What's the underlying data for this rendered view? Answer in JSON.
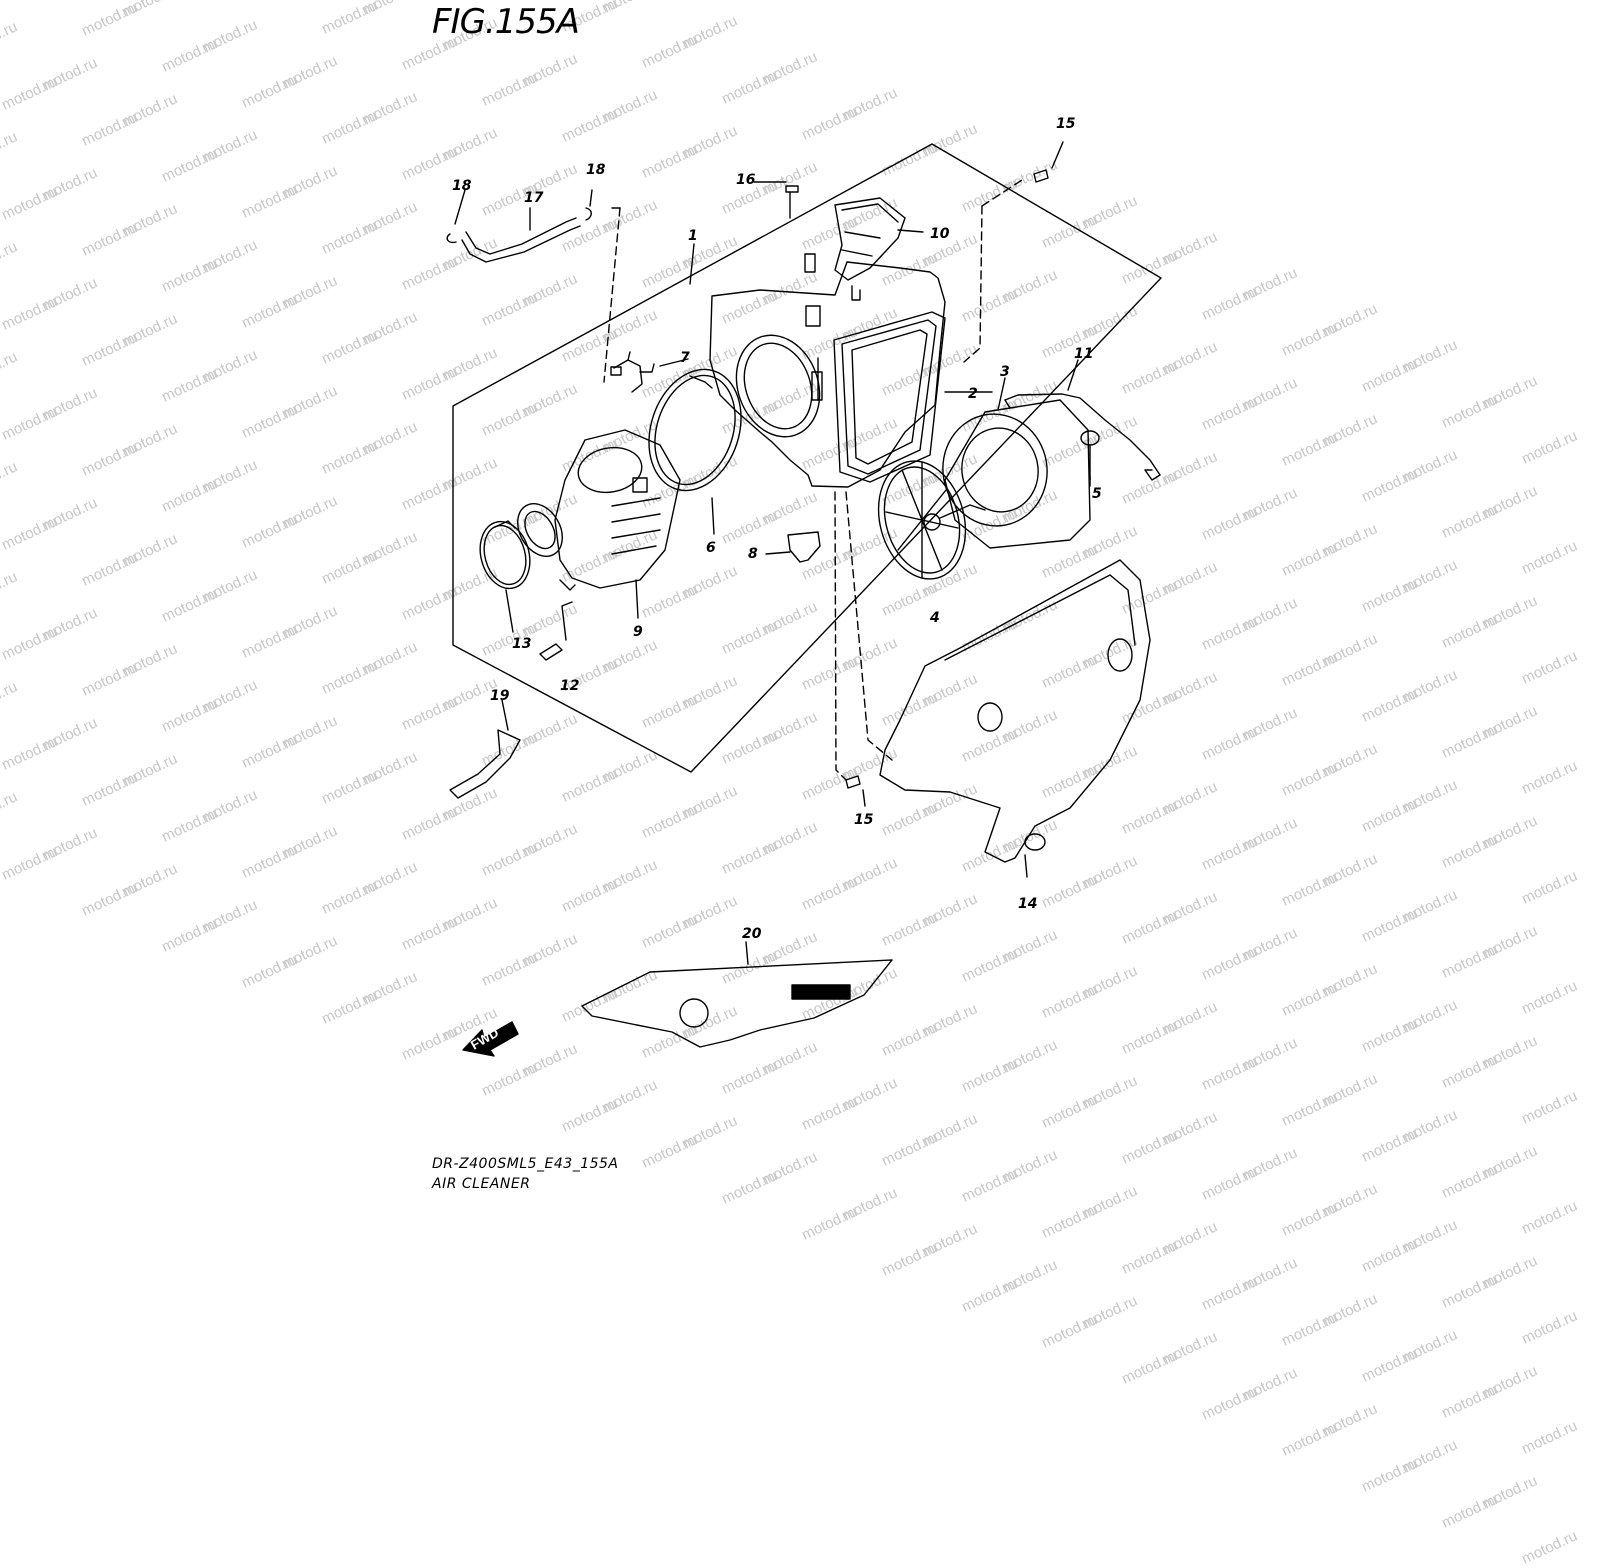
{
  "figure_title": "FIG.155A",
  "watermark_text": "motod.ru",
  "diagram_code": "DR-Z400SML5_E43_155A",
  "diagram_name": "AIR CLEANER",
  "forward_label": "FWD",
  "callouts": [
    "1",
    "2",
    "3",
    "4",
    "5",
    "6",
    "7",
    "8",
    "9",
    "10",
    "11",
    "12",
    "13",
    "14",
    "15",
    "15",
    "16",
    "17",
    "18",
    "18",
    "19",
    "20"
  ],
  "colors": {
    "line": "#000000",
    "watermark": "#c8c8c8",
    "background": "#ffffff"
  }
}
